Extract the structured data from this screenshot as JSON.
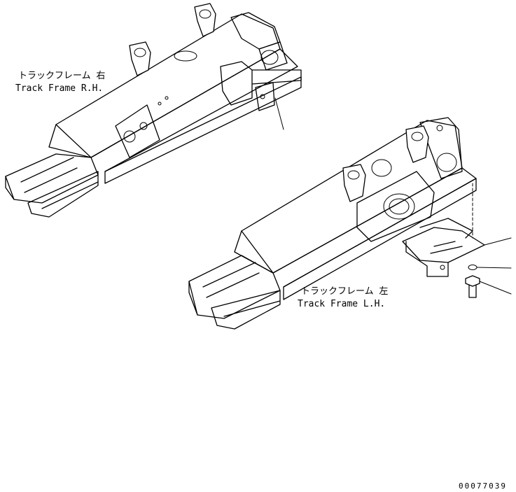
{
  "labels": {
    "right_frame_jp": "トラックフレーム 右",
    "right_frame_en": "Track Frame R.H.",
    "left_frame_jp": "トラックフレーム 左",
    "left_frame_en": "Track Frame L.H."
  },
  "document_number": "00077039"
}
